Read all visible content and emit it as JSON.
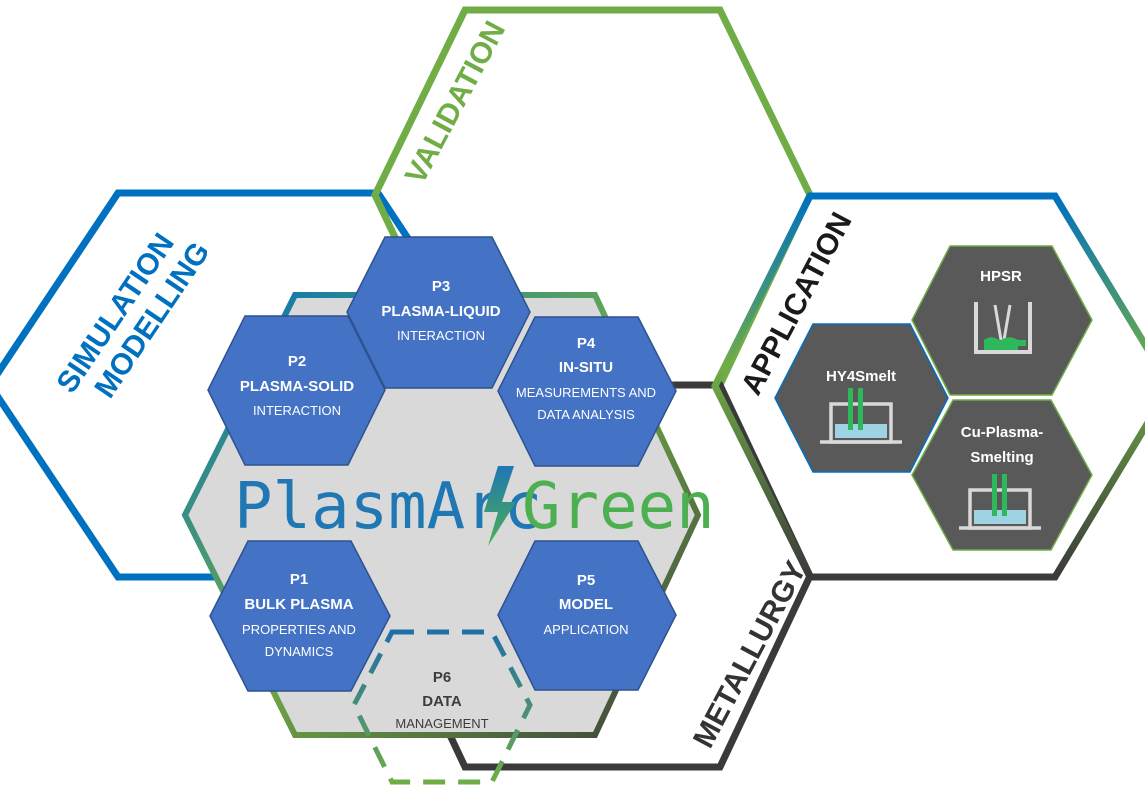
{
  "labels": {
    "simulation": "SIMULATION",
    "modelling": "MODELLING",
    "validation": "VALIDATION",
    "application": "APPLICATION",
    "metallurgy": "METALLURGY"
  },
  "logo": {
    "left": "PlasmArc",
    "right": "Green"
  },
  "projects": {
    "p1": {
      "code": "P1",
      "title": "BULK PLASMA",
      "line1": "PROPERTIES AND",
      "line2": "DYNAMICS"
    },
    "p2": {
      "code": "P2",
      "title": "PLASMA-SOLID",
      "line1": "INTERACTION"
    },
    "p3": {
      "code": "P3",
      "title": "PLASMA-LIQUID",
      "line1": "INTERACTION"
    },
    "p4": {
      "code": "P4",
      "title": "IN-SITU",
      "line1": "MEASUREMENTS AND",
      "line2": "DATA ANALYSIS"
    },
    "p5": {
      "code": "P5",
      "title": "MODEL",
      "line1": "APPLICATION"
    },
    "p6": {
      "code": "P6",
      "title": "DATA",
      "line1": "MANAGEMENT"
    }
  },
  "applications": {
    "hpsr": "HPSR",
    "hy4smelt": "HY4Smelt",
    "cu_line1": "Cu-Plasma-",
    "cu_line2": "Smelting"
  },
  "colors": {
    "blue": "#0070c0",
    "green": "#70ad47",
    "dark": "#3a3a3a",
    "hex_fill": "#4472c4",
    "gray_fill": "#595959",
    "center_fill": "#d9d9d9"
  }
}
